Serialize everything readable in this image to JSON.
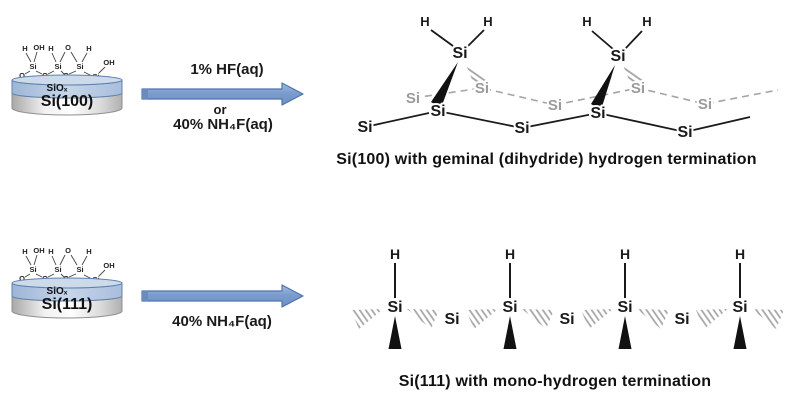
{
  "figure": {
    "top": {
      "wafer": {
        "substrate": "Si(100)",
        "oxide": "SiOₓ"
      },
      "arrow": {
        "line1": "1% HF(aq)",
        "line2": "or",
        "line3": "40% NH₄F(aq)"
      },
      "caption": "Si(100) with geminal (dihydride) hydrogen termination"
    },
    "bottom": {
      "wafer": {
        "substrate": "Si(111)",
        "oxide": "SiOₓ"
      },
      "arrow": {
        "line1": "40% NH₄F(aq)"
      },
      "caption": "Si(111) with mono-hydrogen termination"
    }
  },
  "atoms": {
    "si": "Si",
    "h": "H",
    "o": "O",
    "oh": "OH"
  },
  "colors": {
    "arrow_fill": "#7b9cce",
    "arrow_border": "#4f74a8",
    "oxide_band": "#b8cce4",
    "oxide_border": "#6081ad",
    "substrate_border": "#8f8f8f",
    "back_atom_gray": "#9b9b9b",
    "front_atom_black": "#1a1a1a"
  }
}
